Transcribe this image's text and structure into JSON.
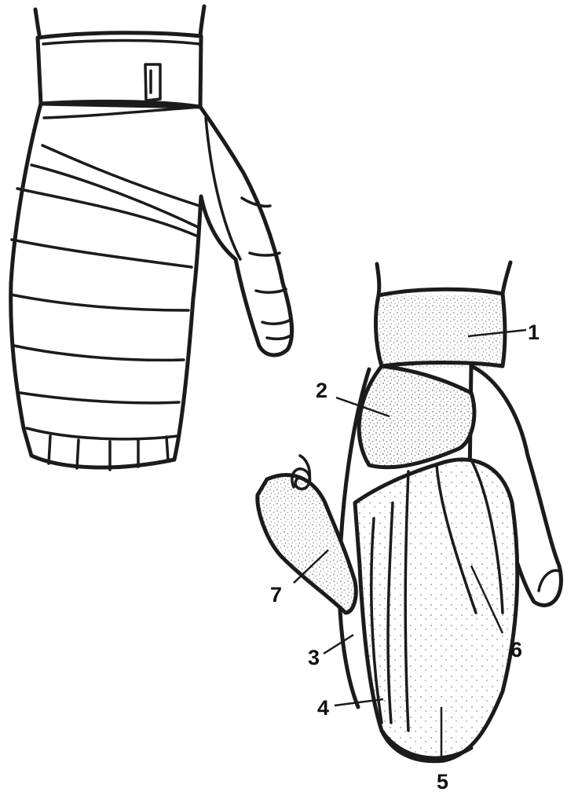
{
  "figure": {
    "description_labels": [
      {
        "id": "label-1",
        "text": "1"
      },
      {
        "id": "label-2",
        "text": "2"
      },
      {
        "id": "label-3",
        "text": "3"
      },
      {
        "id": "label-4",
        "text": "4"
      },
      {
        "id": "label-5",
        "text": "5"
      },
      {
        "id": "label-6",
        "text": "6"
      },
      {
        "id": "label-7",
        "text": "7"
      }
    ]
  }
}
